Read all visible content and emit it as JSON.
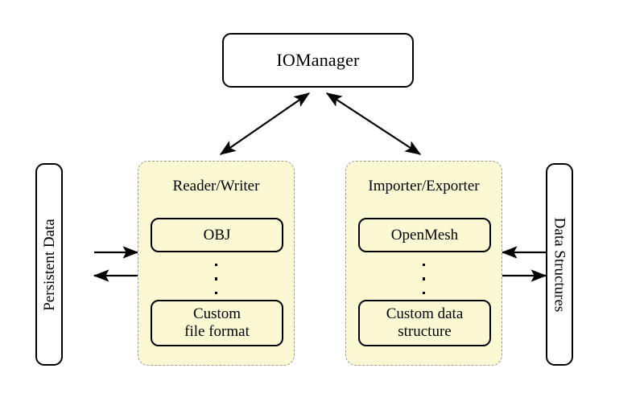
{
  "diagram": {
    "title_box": {
      "label": "IOManager"
    },
    "side_boxes": [
      {
        "name": "persistent-data",
        "label": "Persistent Data",
        "orientation": "rotated-ccw"
      },
      {
        "name": "data-structures",
        "label": "Data Structures",
        "orientation": "rotated-cw"
      }
    ],
    "groups": [
      {
        "name": "reader-writer",
        "title": "Reader/Writer",
        "items": [
          {
            "label": "OBJ"
          },
          {
            "label": "Custom\nfile format"
          }
        ],
        "ellipsis": "vertical-dots"
      },
      {
        "name": "importer-exporter",
        "title": "Importer/Exporter",
        "items": [
          {
            "label": "OpenMesh"
          },
          {
            "label": "Custom data\nstructure"
          }
        ],
        "ellipsis": "vertical-dots"
      }
    ],
    "connections": [
      {
        "name": "iomanager-to-reader-writer",
        "style": "double-headed",
        "direction": "diagonal-down-left"
      },
      {
        "name": "iomanager-to-importer-exporter",
        "style": "double-headed",
        "direction": "diagonal-down-right"
      },
      {
        "name": "persistent-data-to-reader-writer",
        "style": "single-headed",
        "direction": "right"
      },
      {
        "name": "reader-writer-to-persistent-data",
        "style": "single-headed",
        "direction": "left"
      },
      {
        "name": "data-structures-to-importer-exporter",
        "style": "single-headed",
        "direction": "left"
      },
      {
        "name": "importer-exporter-to-data-structures",
        "style": "single-headed",
        "direction": "right"
      }
    ],
    "colors": {
      "group_fill": "#fbf8d4",
      "group_border": "#9a9a9a",
      "box_border": "#000000",
      "background": "#ffffff"
    }
  }
}
